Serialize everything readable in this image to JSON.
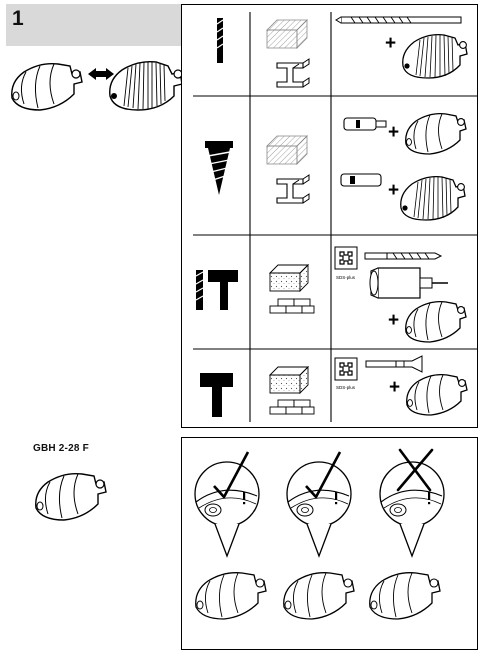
{
  "figure": {
    "number": "1"
  },
  "model": {
    "label": "GBH 2-28 F"
  },
  "sds_badge": {
    "text": "SDS-plus"
  },
  "plus_sign": "+",
  "rows": [
    {
      "mode": "drilling",
      "materials": [
        "wood",
        "metal"
      ]
    },
    {
      "mode": "screwdriving",
      "materials": [
        "wood",
        "metal"
      ]
    },
    {
      "mode": "hammer-drilling",
      "materials": [
        "concrete",
        "brick"
      ]
    },
    {
      "mode": "chiselling",
      "materials": [
        "concrete",
        "brick"
      ]
    }
  ],
  "colors": {
    "fig_box_bg": "#d9d9d9",
    "line": "#000000",
    "fill": "#ffffff"
  },
  "icons": [
    "drill-bit-icon",
    "screw-icon",
    "wood-block-icon",
    "metal-beam-icon",
    "concrete-block-icon",
    "brick-wall-icon",
    "hammer-drill-symbol-icon",
    "chisel-symbol-icon",
    "sds-plus-badge-icon",
    "keyless-chuck-icon",
    "sds-chuck-icon",
    "check-mark-icon",
    "cross-mark-icon",
    "exchange-arrow-icon"
  ]
}
